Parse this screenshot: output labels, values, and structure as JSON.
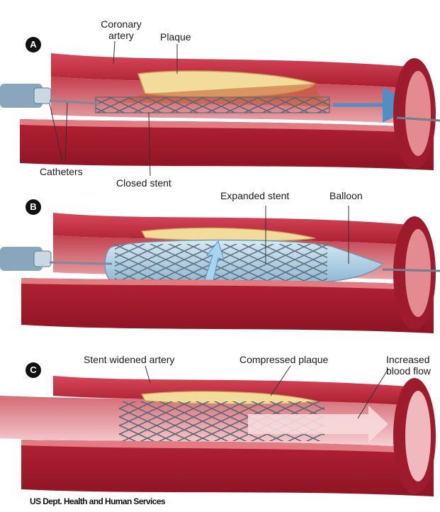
{
  "colors": {
    "artery_outer": "#c7283a",
    "artery_inner": "#e88d93",
    "plaque": "#f2dc9c",
    "stent": "#6f7c8a",
    "balloon": "#a9cde3",
    "arrow": "#4f8fc7"
  },
  "panels": [
    {
      "letter": "A",
      "labels": {
        "coronary_artery": "Coronary artery",
        "plaque": "Plaque",
        "catheters": "Catheters",
        "closed_stent": "Closed stent"
      }
    },
    {
      "letter": "B",
      "labels": {
        "expanded_stent": "Expanded stent",
        "balloon": "Balloon"
      }
    },
    {
      "letter": "C",
      "labels": {
        "stent_widened_artery": "Stent widened artery",
        "compressed_plaque": "Compressed plaque",
        "increased_blood_flow": "Increased blood flow"
      }
    }
  ],
  "credit": "US Dept. Health and Human Services"
}
